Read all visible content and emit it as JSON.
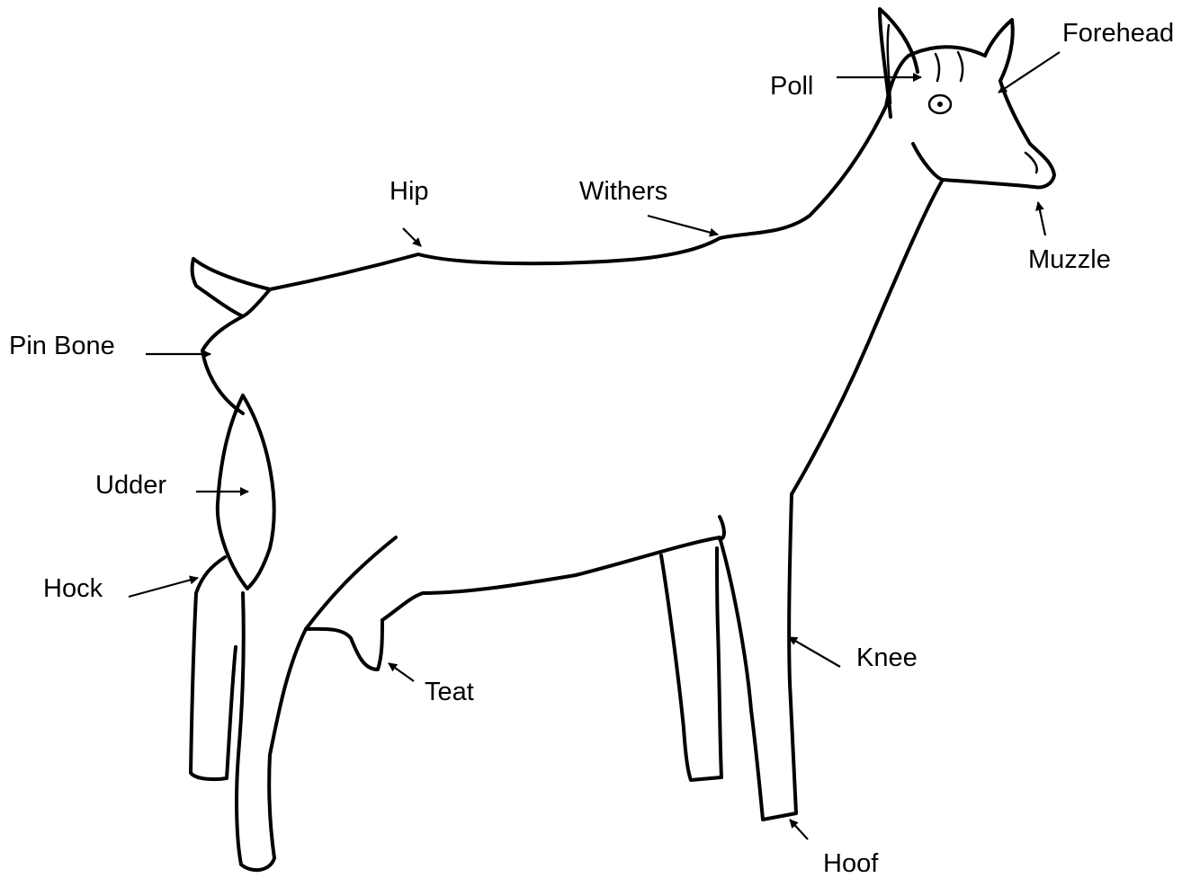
{
  "labels": {
    "forehead": "Forehead",
    "poll": "Poll",
    "hip": "Hip",
    "withers": "Withers",
    "muzzle": "Muzzle",
    "pin_bone": "Pin Bone",
    "udder": "Udder",
    "hock": "Hock",
    "knee": "Knee",
    "teat": "Teat",
    "hoof": "Hoof"
  },
  "colors": {
    "line": "#000000",
    "background": "#ffffff"
  }
}
